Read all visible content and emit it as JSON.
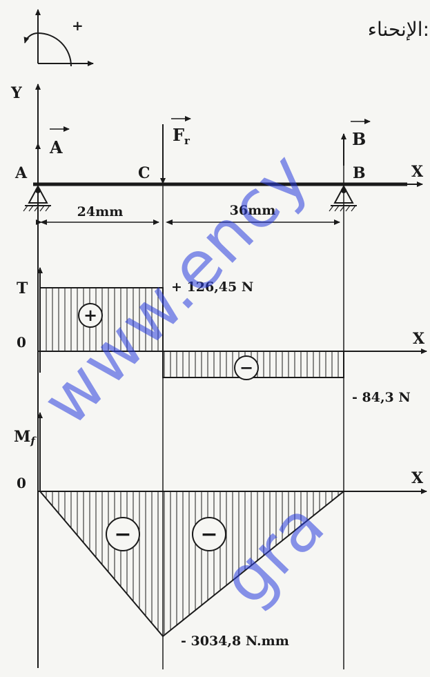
{
  "header": {
    "arabic_label": "الإنحناء:"
  },
  "sign_convention": {
    "plus": "+"
  },
  "beam": {
    "axis_y": "Y",
    "axis_x": "X",
    "point_a": "A",
    "point_c": "C",
    "point_b": "B",
    "force_a": "A",
    "force_fr": "F",
    "force_fr_sub": "r",
    "force_b": "B",
    "dim_left": "24mm",
    "dim_right": "36mm"
  },
  "shear": {
    "axis_label": "T",
    "zero": "0",
    "axis_x": "X",
    "positive_value": "+ 126,45 N",
    "negative_value": "- 84,3 N",
    "pos_sign": "+",
    "neg_sign": "−"
  },
  "moment": {
    "axis_label": "M",
    "axis_label_sub": "f",
    "zero": "0",
    "axis_x": "X",
    "min_value": "- 3034,8 N.mm",
    "neg_sign": "−"
  },
  "watermark": {
    "line1": "www.ency",
    "line2": "gra"
  }
}
